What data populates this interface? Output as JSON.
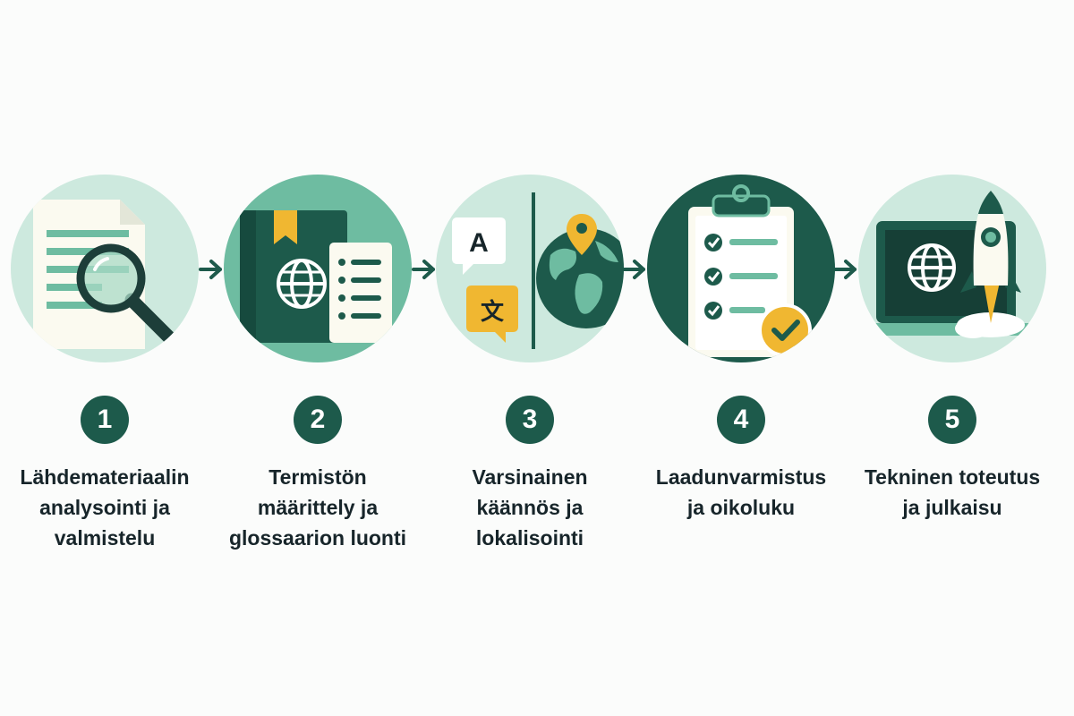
{
  "colors": {
    "dark_green": "#1d5a4b",
    "mid_green": "#6ebca1",
    "light_green": "#cde9de",
    "accent_yellow": "#f0b731",
    "paper": "#fbfaf0"
  },
  "steps": [
    {
      "number": "1",
      "lines": [
        "Lähdemateriaalin",
        "analysointi ja",
        "valmistelu"
      ],
      "icon": "document-magnifier-icon"
    },
    {
      "number": "2",
      "lines": [
        "Termistön",
        "määrittely ja",
        "glossaarion luonti"
      ],
      "icon": "glossary-book-icon"
    },
    {
      "number": "3",
      "lines": [
        "Varsinainen",
        "käännös ja",
        "lokalisointi"
      ],
      "icon": "translate-globe-icon"
    },
    {
      "number": "4",
      "lines": [
        "Laadunvarmistus",
        "ja oikoluku"
      ],
      "icon": "checklist-clipboard-icon"
    },
    {
      "number": "5",
      "lines": [
        "Tekninen toteutus",
        "ja julkaisu"
      ],
      "icon": "laptop-rocket-icon"
    }
  ],
  "illustration_text": {
    "latin_letter": "A",
    "cjk_letter": "文"
  }
}
